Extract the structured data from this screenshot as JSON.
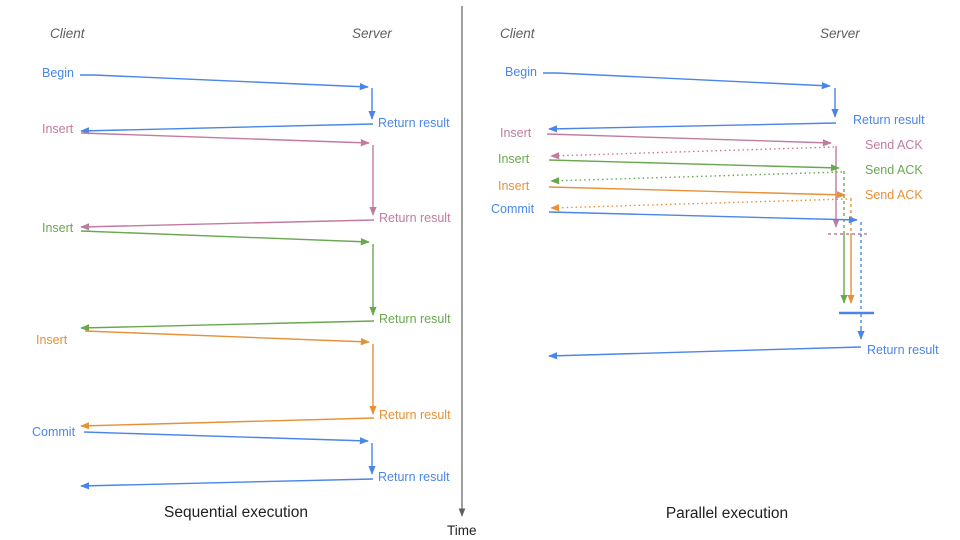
{
  "colors": {
    "blue": "#4a86e8",
    "pink": "#c27ba0",
    "green": "#6aa84f",
    "orange": "#e69138",
    "axis": "#5f5f5f",
    "text": "#212121"
  },
  "time_label": "Time",
  "left": {
    "client": "Client",
    "server": "Server",
    "caption": "Sequential execution",
    "begin": {
      "label": "Begin",
      "result": "Return result"
    },
    "insert1": {
      "label": "Insert",
      "result": "Return result"
    },
    "insert2": {
      "label": "Insert",
      "result": "Return result"
    },
    "insert3": {
      "label": "Insert",
      "result": "Return result"
    },
    "commit": {
      "label": "Commit",
      "result": "Return result"
    }
  },
  "right": {
    "client": "Client",
    "server": "Server",
    "caption": "Parallel execution",
    "begin": {
      "label": "Begin",
      "result": "Return result"
    },
    "insert1": {
      "label": "Insert",
      "ack": "Send ACK"
    },
    "insert2": {
      "label": "Insert",
      "ack": "Send ACK"
    },
    "insert3": {
      "label": "Insert",
      "ack": "Send ACK"
    },
    "commit": {
      "label": "Commit",
      "result": "Return result"
    }
  }
}
